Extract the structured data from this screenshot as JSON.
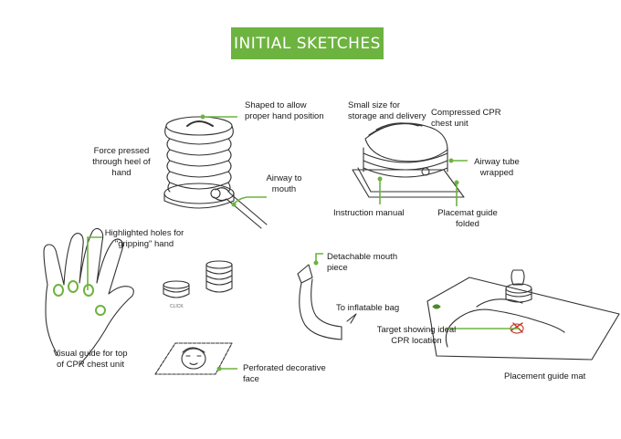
{
  "title": "INITIAL SKETCHES",
  "labels": {
    "shaped": "Shaped to allow\nproper hand position",
    "force": "Force pressed\nthrough heel of\nhand",
    "airway_mouth": "Airway to\nmouth",
    "small_size": "Small size for\nstorage and delivery",
    "compressed": "Compressed CPR\nchest unit",
    "airway_tube": "Airway tube\nwrapped",
    "instruction": "Instruction manual",
    "placemat": "Placemat guide\nfolded",
    "holes": "Highlighted holes for\n\"gripping\" hand",
    "visual_guide": "Visual guide for top\nof CPR chest unit",
    "coin_caption": "CLICK",
    "perforated": "Perforated decorative\nface",
    "detachable": "Detachable mouth\npiece",
    "inflatable": "To inflatable bag",
    "target": "Target showing ideal\nCPR location",
    "placement": "Placement guide mat"
  },
  "colors": {
    "accent": "#6db33f",
    "ink": "#1a1a1a",
    "sketch": "#333333"
  }
}
